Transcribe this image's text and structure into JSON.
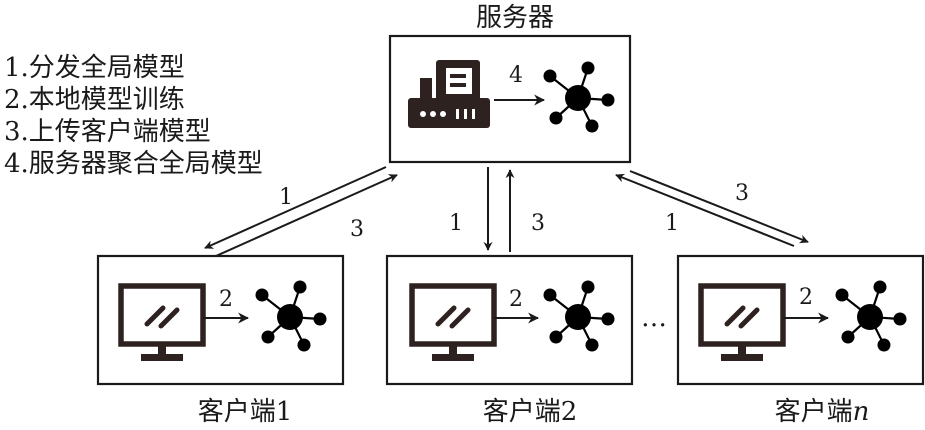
{
  "server": {
    "label": "服务器",
    "step_label": "4"
  },
  "steps": [
    "1.分发全局模型",
    "2.本地模型训练",
    "3.上传客户端模型",
    "4.服务器聚合全局模型"
  ],
  "clients": [
    {
      "label_prefix": "客户端",
      "label_suffix": "1",
      "step_label": "2"
    },
    {
      "label_prefix": "客户端",
      "label_suffix": "2",
      "step_label": "2"
    },
    {
      "label_prefix": "客户端",
      "label_suffix": "n",
      "step_label": "2"
    }
  ],
  "ellipsis": "…",
  "links": [
    {
      "down_label": "1",
      "up_label": "3"
    },
    {
      "down_label": "1",
      "up_label": "3"
    },
    {
      "down_label": "1",
      "up_label": "3"
    }
  ]
}
